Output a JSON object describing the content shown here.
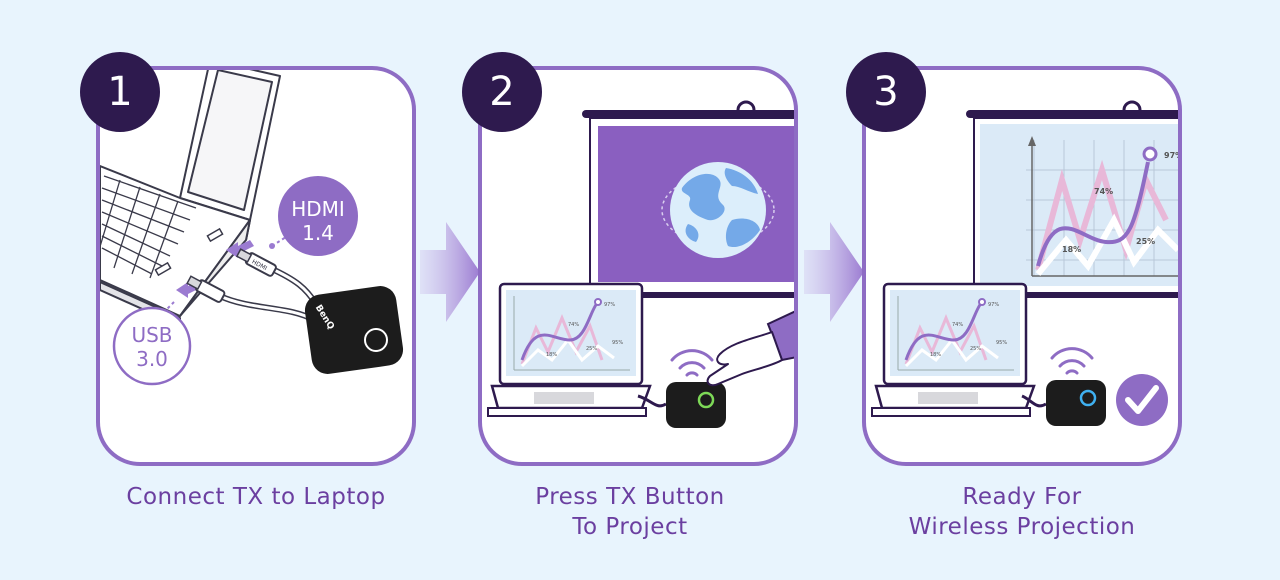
{
  "steps": [
    {
      "number": "1",
      "caption_lines": [
        "Connect TX to Laptop"
      ],
      "hdmi_lines": [
        "HDMI",
        "1.4"
      ],
      "usb_lines": [
        "USB",
        "3.0"
      ],
      "device_brand": "BenQ",
      "cable_tag": "HDMI"
    },
    {
      "number": "2",
      "caption_lines": [
        "Press TX Button",
        "To Project"
      ]
    },
    {
      "number": "3",
      "caption_lines": [
        "Ready For",
        "Wireless Projection"
      ]
    }
  ],
  "chart_labels": {
    "p97": "97%",
    "p74": "74%",
    "p18": "18%",
    "p25": "25%",
    "p95": "95%"
  },
  "colors": {
    "accent": "#8e6cc4",
    "dark_badge": "#2e1a4e",
    "caption": "#6b3fa0",
    "background": "#e8f4fd",
    "screen_purple": "#8a5fc0",
    "button_green": "#7dd957",
    "button_blue": "#3fb0f0"
  },
  "icons": [
    "laptop-icon",
    "tx-dongle-icon",
    "projector-screen-icon",
    "globe-icon",
    "wifi-icon",
    "hand-icon",
    "checkmark-icon",
    "arrow-right-icon"
  ]
}
